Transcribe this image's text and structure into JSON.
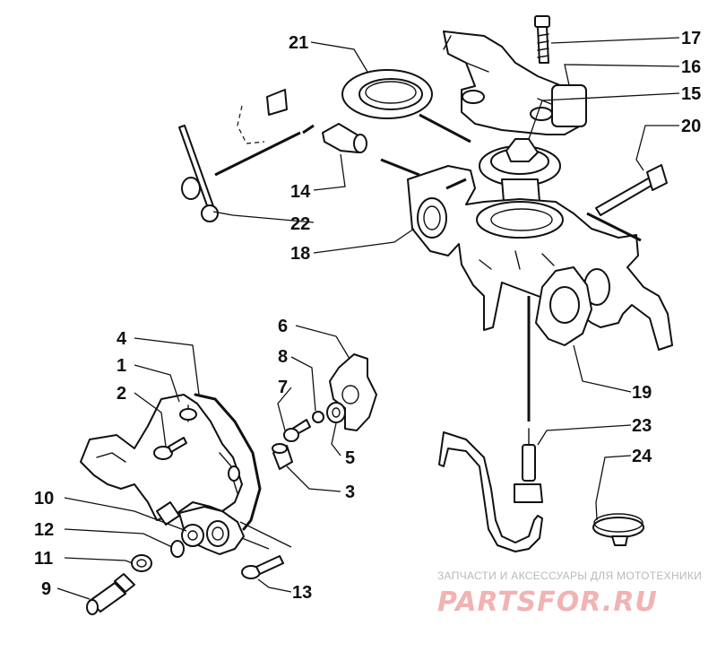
{
  "diagram": {
    "part_numbers": [
      "1",
      "2",
      "3",
      "4",
      "5",
      "6",
      "7",
      "8",
      "9",
      "10",
      "11",
      "12",
      "13",
      "14",
      "15",
      "16",
      "17",
      "18",
      "19",
      "20",
      "21",
      "22",
      "23",
      "24"
    ]
  },
  "watermark": {
    "caption": "ЗАПЧАСТИ И АКСЕССУАРЫ ДЛЯ МОТОТЕХНИКИ",
    "logo": "PARTSFOR.RU"
  }
}
